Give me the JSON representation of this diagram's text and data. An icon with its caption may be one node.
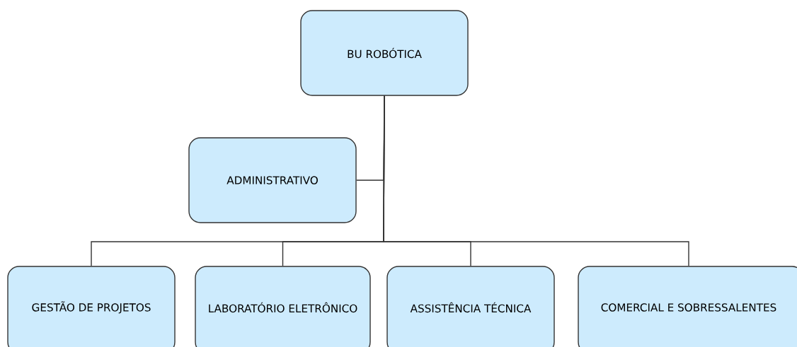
{
  "diagram": {
    "nodes": [
      {
        "text": [
          "BU ROBÓTICA"
        ]
      },
      {
        "text": [
          "ADMINISTRATIVO"
        ]
      },
      {
        "text": [
          "GESTÃO DE PROJETOS"
        ]
      },
      {
        "text": [
          "LABORATÓRIO ELETRÔNICO"
        ]
      },
      {
        "text": [
          "ASSISTÊNCIA TÉCNICA"
        ]
      },
      {
        "text": [
          "COMERCIAL E SOBRESSALENTES"
        ]
      }
    ],
    "edges": [
      {
        "from": 0,
        "to": 1,
        "arrow": "none"
      },
      {
        "from": 0,
        "to": 2,
        "arrow": "none"
      },
      {
        "from": 0,
        "to": 3,
        "arrow": "none"
      },
      {
        "from": 0,
        "to": 4,
        "arrow": "none"
      },
      {
        "from": 0,
        "to": 5,
        "arrow": "none"
      }
    ]
  }
}
